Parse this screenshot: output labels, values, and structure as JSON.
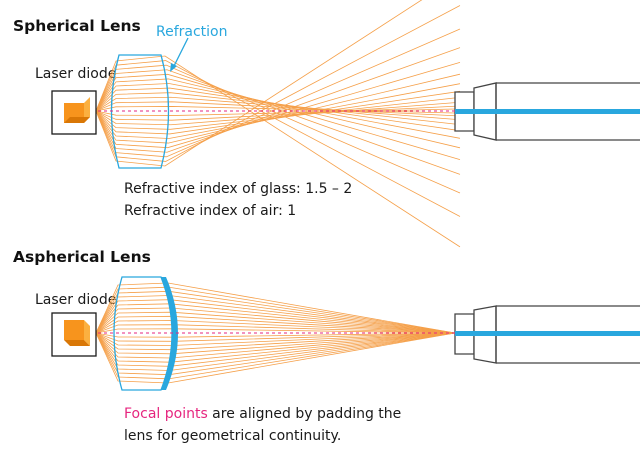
{
  "colors": {
    "ray": "#f5a04a",
    "lens": "#29a7de",
    "axis": "#e6267f",
    "diode": "#f7941d",
    "diode_dark": "#d97706",
    "diode_light": "#fbb040",
    "fiber_core": "#29a7de",
    "outline": "#333333"
  },
  "spherical": {
    "title": "Spherical Lens",
    "laser_label": "Laser diode",
    "refraction_label": "Refraction",
    "notes": [
      "Refractive index of glass: 1.5 – 2",
      "Refractive index of air: 1"
    ]
  },
  "aspherical": {
    "title": "Aspherical Lens",
    "laser_label": "Laser diode",
    "note_highlight": "Focal points",
    "note_rest": " are aligned by padding the",
    "note_line2": "lens for geometrical continuity."
  }
}
